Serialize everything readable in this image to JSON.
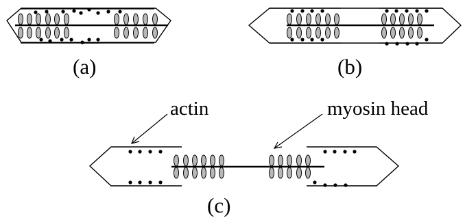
{
  "labels": {
    "panel_a": "(a)",
    "panel_b": "(b)",
    "panel_c": "(c)",
    "actin": "actin",
    "myosin_head": "myosin head"
  },
  "colors": {
    "stroke": "#000000",
    "myosin_head_fill": "#b8b8b8",
    "background": "#ffffff"
  }
}
